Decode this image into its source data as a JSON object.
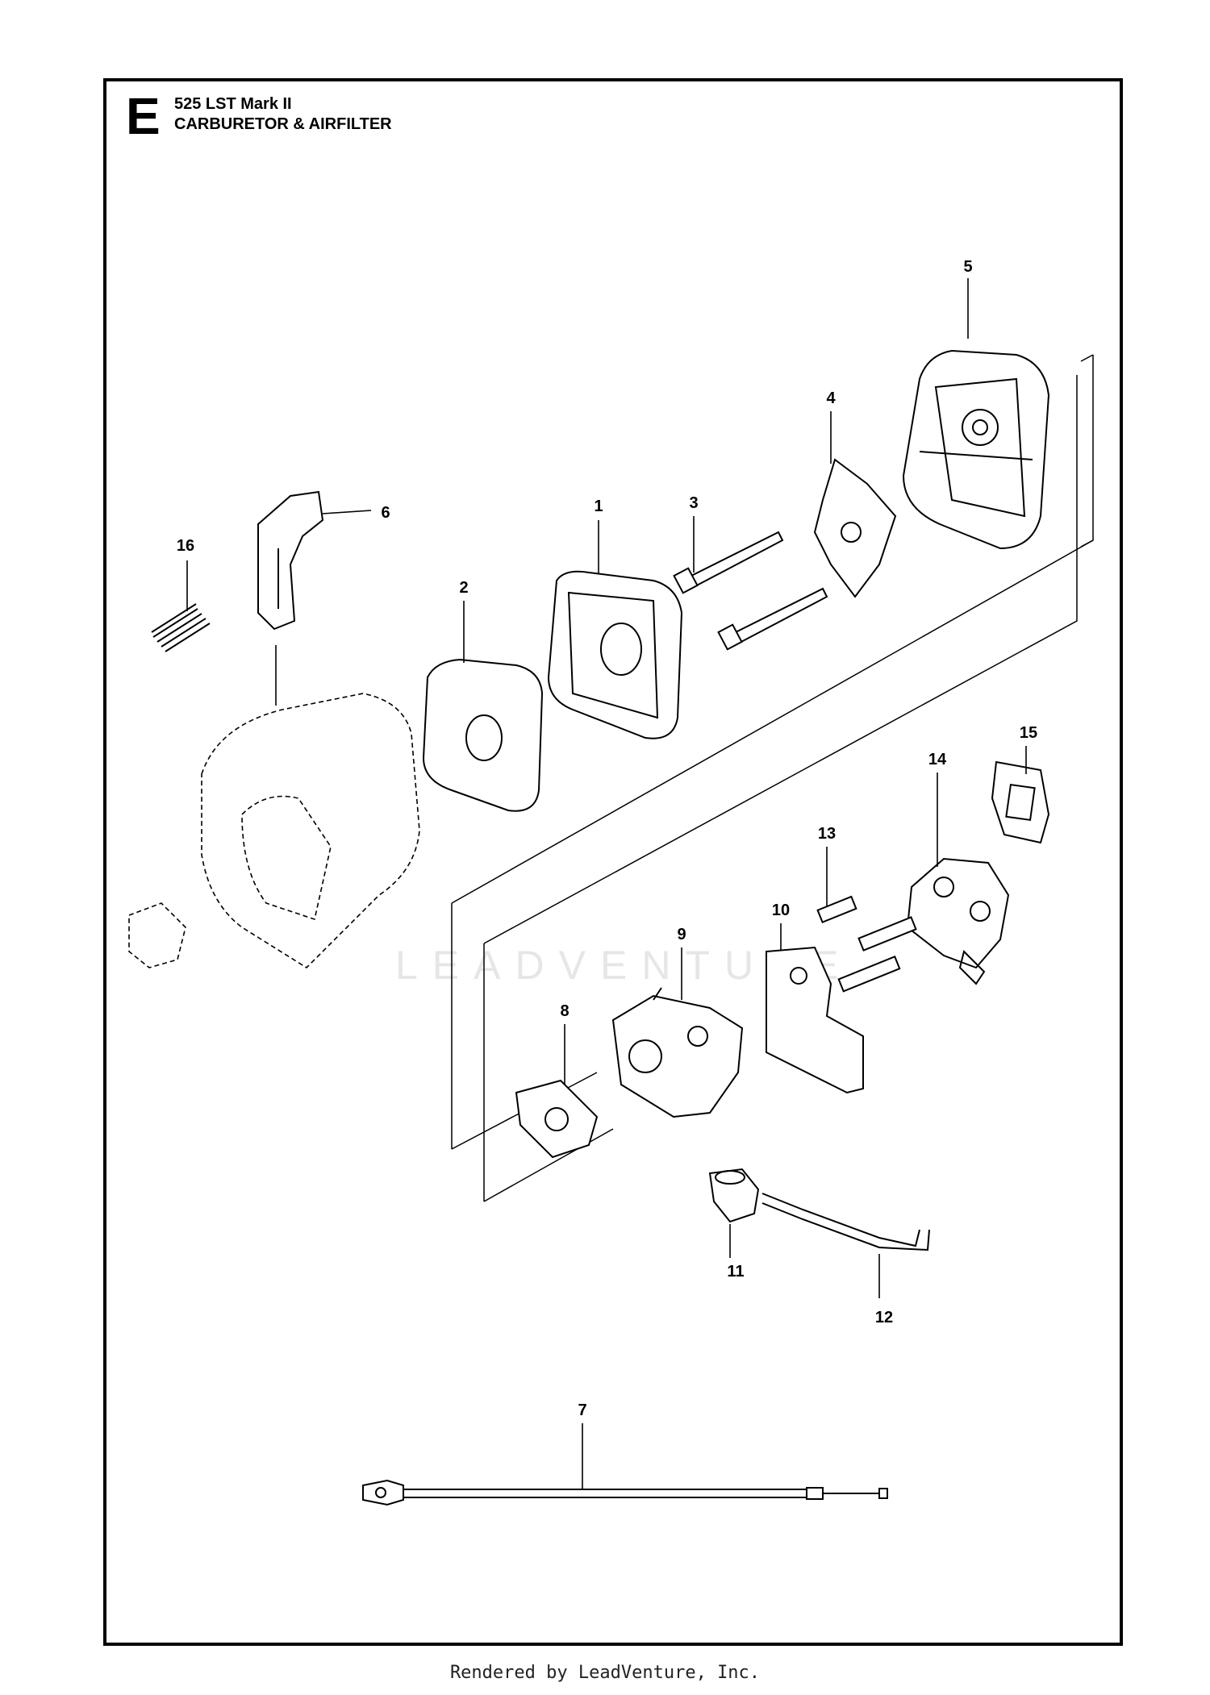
{
  "header": {
    "section_letter": "E",
    "model": "525 LST Mark II",
    "subtitle": "CARBURETOR & AIRFILTER"
  },
  "watermark": "LEADVENTURE",
  "footer": "Rendered by LeadVenture, Inc.",
  "callouts": [
    {
      "id": "1",
      "label": "1"
    },
    {
      "id": "2",
      "label": "2"
    },
    {
      "id": "3",
      "label": "3"
    },
    {
      "id": "4",
      "label": "4"
    },
    {
      "id": "5",
      "label": "5"
    },
    {
      "id": "6",
      "label": "6"
    },
    {
      "id": "7",
      "label": "7"
    },
    {
      "id": "8",
      "label": "8"
    },
    {
      "id": "9",
      "label": "9"
    },
    {
      "id": "10",
      "label": "10"
    },
    {
      "id": "11",
      "label": "11"
    },
    {
      "id": "12",
      "label": "12"
    },
    {
      "id": "13",
      "label": "13"
    },
    {
      "id": "14",
      "label": "14"
    },
    {
      "id": "15",
      "label": "15"
    },
    {
      "id": "16",
      "label": "16"
    }
  ]
}
